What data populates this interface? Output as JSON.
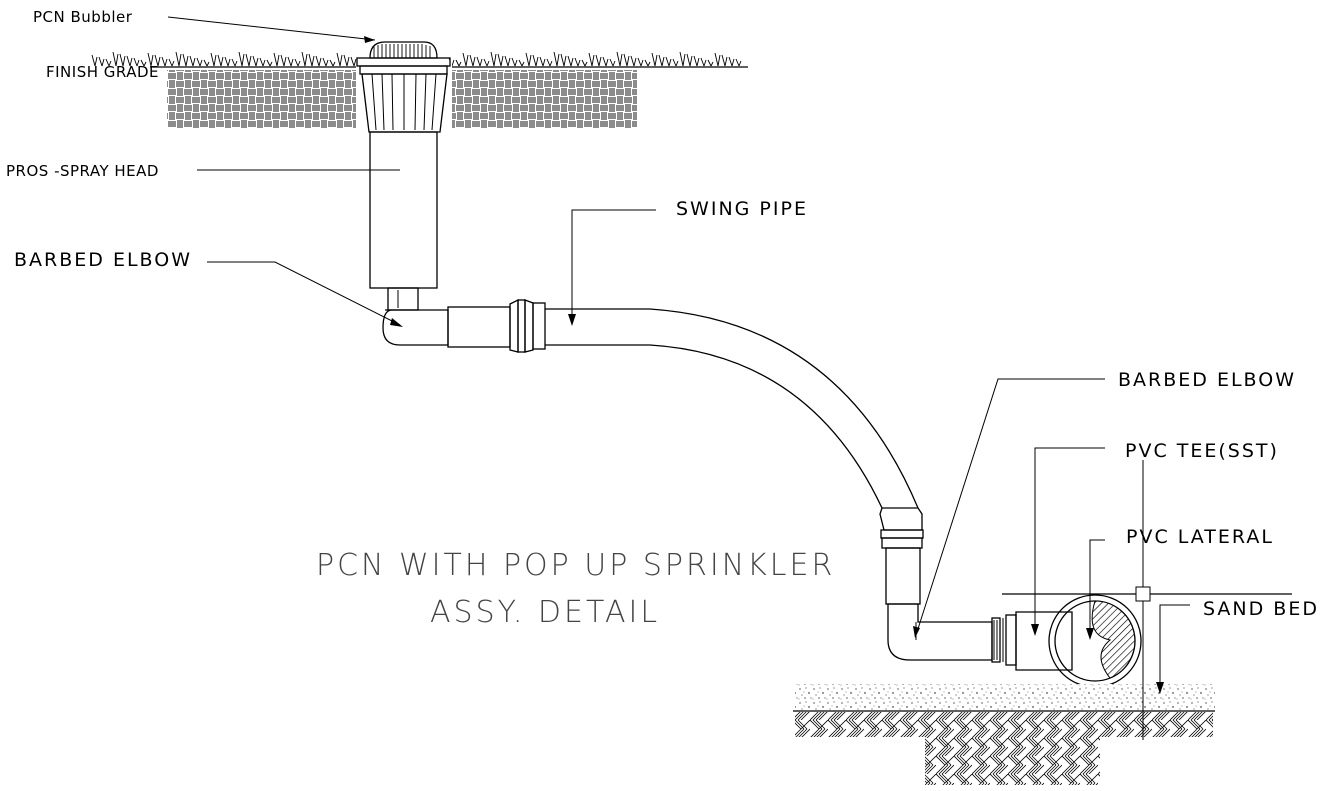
{
  "labels": {
    "pcn_bubbler": "PCN Bubbler",
    "finish_grade": "FINISH GRADE",
    "pros_spray_head": "PROS -SPRAY HEAD",
    "barbed_elbow_top": "BARBED ELBOW",
    "swing_pipe": "SWING PIPE",
    "barbed_elbow_bottom": "BARBED ELBOW",
    "pvc_tee": "PVC TEE(SST)",
    "pvc_lateral": "PVC LATERAL",
    "sand_bed": "SAND BED"
  },
  "title": {
    "line1": "PCN WITH POP UP SPRINKLER",
    "line2": "ASSY. DETAIL"
  }
}
